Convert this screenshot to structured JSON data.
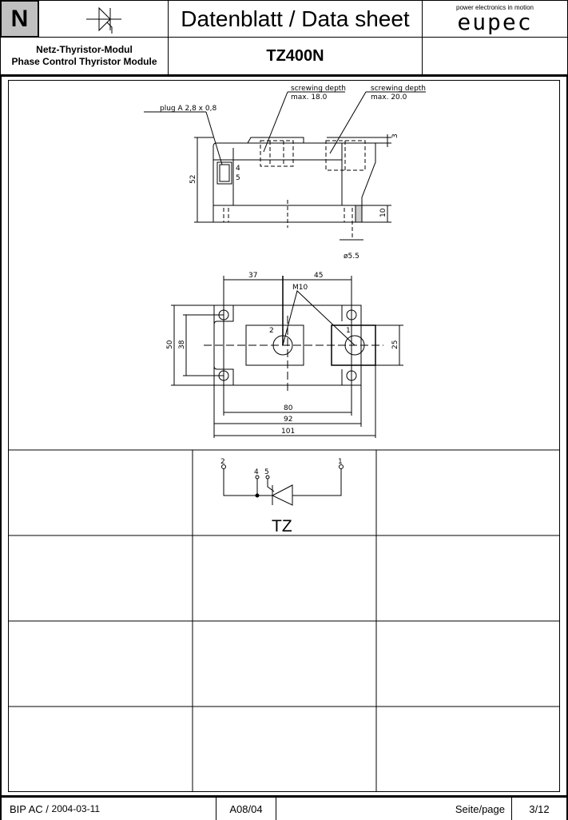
{
  "header": {
    "category_letter": "N",
    "title": "Datenblatt / Data sheet",
    "logo_tagline": "power electronics in motion",
    "logo": "eupec",
    "module_type_de": "Netz-Thyristor-Modul",
    "module_type_en": "Phase Control Thyristor Module",
    "part_number": "TZ400N"
  },
  "side_view": {
    "plug_label": "plug A 2,8 x 0,8",
    "screw1_label": "screwing depth",
    "screw1_max": "max. 18.0",
    "screw2_label": "screwing depth",
    "screw2_max": "max. 20.0",
    "dim_height": "52",
    "dim_base": "10",
    "dim_step": "3",
    "dim_hole": "ø5.5",
    "pin4": "4",
    "pin5": "5"
  },
  "top_view": {
    "dim_37": "37",
    "dim_45": "45",
    "thread": "M10",
    "term2": "2",
    "term1": "1",
    "dim_50": "50",
    "dim_38": "38",
    "dim_25": "25",
    "dim_80": "80",
    "dim_92": "92",
    "dim_101": "101"
  },
  "schematic": {
    "pin2": "2",
    "pin1": "1",
    "pin4": "4",
    "pin5": "5",
    "label": "TZ"
  },
  "footer": {
    "doc_ref": "BIP AC /",
    "date": "2004-03-11",
    "revision": "A08/04",
    "page_label": "Seite/page",
    "page": "3/12"
  }
}
